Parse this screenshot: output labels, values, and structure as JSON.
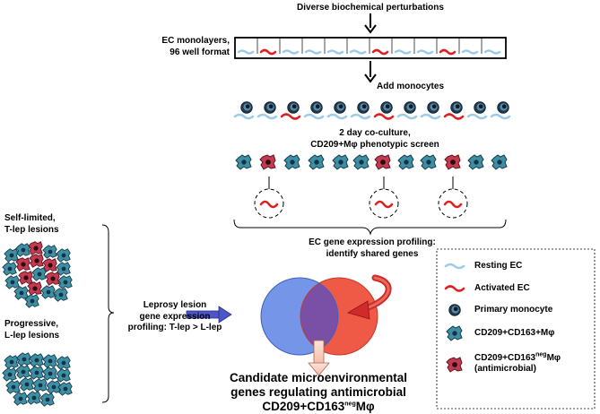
{
  "steps": {
    "perturbations": "Diverse biochemical perturbations",
    "plate_label_line1": "EC monolayers,",
    "plate_label_line2": "96 well format",
    "add_monocytes": "Add monocytes",
    "coculture_line1": "2 day co-culture,",
    "coculture_line2": "CD209+Mφ phenotypic screen",
    "profiling_line1": "EC gene expression profiling:",
    "profiling_line2": "identify shared genes"
  },
  "lesions": {
    "self_limited_line1": "Self-limited,",
    "self_limited_line2": "T-lep lesions",
    "progressive_line1": "Progressive,",
    "progressive_line2": "L-lep lesions",
    "leprosy_line1": "Leprosy lesion",
    "leprosy_line2": "gene expression",
    "leprosy_line3": "profiling: T-lep > L-lep"
  },
  "result": {
    "line1": "Candidate microenvironmental",
    "line2": "genes regulating antimicrobial",
    "line3_pre": "CD209+CD163",
    "line3_sup": "neg",
    "line3_post": "Mφ"
  },
  "legend": {
    "resting": "Resting EC",
    "activated": "Activated EC",
    "monocyte": "Primary monocyte",
    "mac_pos": "CD209+CD163+Mφ",
    "mac_neg_pre": "CD209+CD163",
    "mac_neg_sup": "neg",
    "mac_neg_post": "Mφ",
    "mac_neg_note": "(antimicrobial)"
  },
  "colors": {
    "resting_ec": "#9ccbe8",
    "activated_ec": "#e02020",
    "macrophage_teal": "#3d8fa6",
    "macrophage_red": "#c43a4e",
    "venn_blue": "#5b7fe0",
    "venn_red": "#e8453c"
  }
}
